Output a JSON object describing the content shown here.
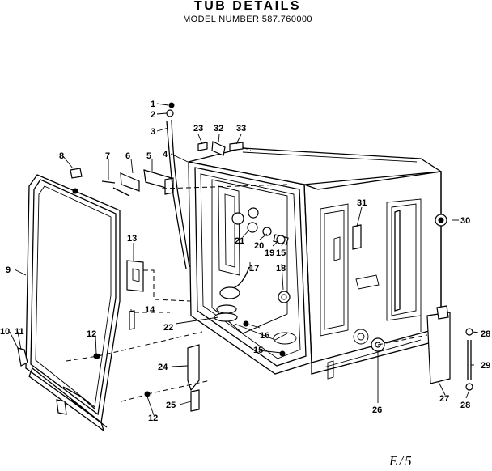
{
  "header": {
    "title": "TUB DETAILS",
    "model": "MODEL NUMBER 587.760000"
  },
  "callouts": [
    "1",
    "2",
    "3",
    "4",
    "5",
    "6",
    "7",
    "8",
    "9",
    "10",
    "11",
    "12",
    "12",
    "13",
    "14",
    "15",
    "15",
    "16",
    "17",
    "18",
    "19",
    "20",
    "21",
    "22",
    "23",
    "24",
    "25",
    "26",
    "27",
    "28",
    "28",
    "29",
    "30",
    "31",
    "32",
    "33"
  ],
  "footer": {
    "page_mark": "E/5"
  }
}
